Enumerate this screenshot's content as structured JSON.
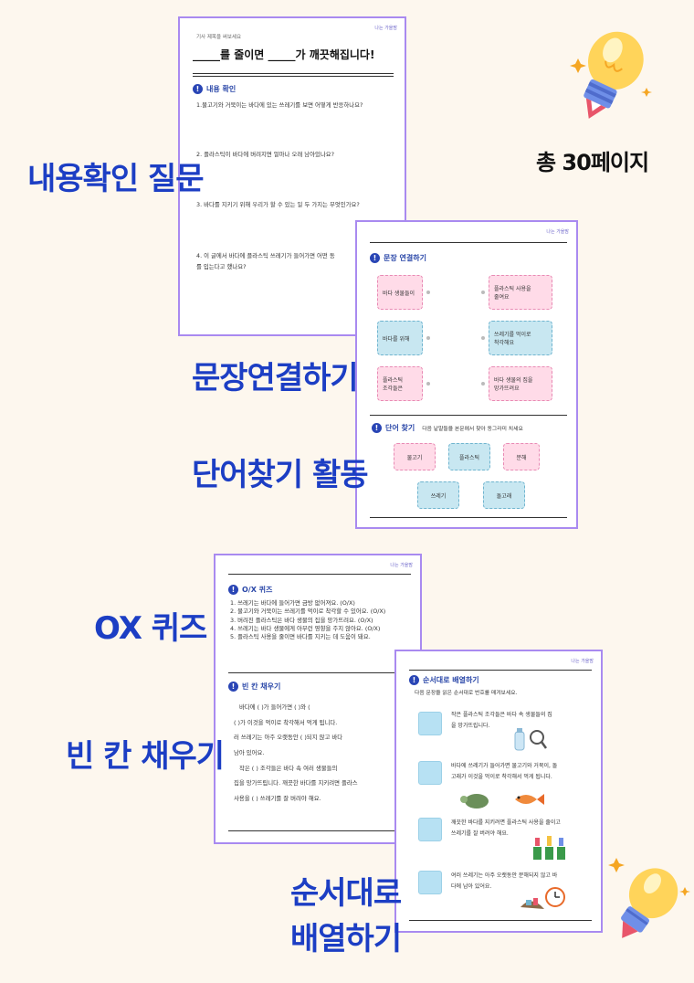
{
  "labels": {
    "content_check": "내용확인 질문",
    "total_pages": "총 30페이지",
    "sentence_match": "문장연결하기",
    "word_find": "단어찾기 활동",
    "ox_quiz": "OX 퀴즈",
    "fill_blank": "빈 칸 채우기",
    "order_line1": "순서대로",
    "order_line2": "배열하기"
  },
  "sheet1": {
    "brand": "나는 가을맘",
    "subtitle": "기사 제목을 써보세요",
    "title": "_____를 줄이면 _____가 깨끗해집니다!",
    "section": "내용 확인",
    "q1": "1.물고기와 거북이는 바다에 있는 쓰레기를 보면 어떻게 반응하나요?",
    "q2": "2. 플라스틱이 바다에 버려지면 얼마나 오래 남아있나요?",
    "q3": "3. 바다를 지키기 위해 우리가 할 수 있는 일 두 가지는 무엇인가요?",
    "q4a": "4. 이 글에서 바다에 플라스틱 쓰레기가 들어가면 어떤 동",
    "q4b": "를 입는다고 했나요?"
  },
  "sheet2": {
    "brand": "나는 가을맘",
    "section": "문장 연결하기",
    "left": [
      "바다 생물들이",
      "바다를 위해",
      "플라스틱\n조각들은"
    ],
    "right": [
      "플라스틱 사용을\n줄여요",
      "쓰레기를 먹이로\n착각해요",
      "바다 생물의 집을\n망가뜨려요"
    ],
    "section2": "단어 찾기",
    "section2_desc": "다음 낱말들을 본문에서 찾아 동그라미 치세요",
    "words": [
      "물고기",
      "플라스틱",
      "분해",
      "쓰레기",
      "돌고래"
    ]
  },
  "sheet3": {
    "brand": "나는 가을맘",
    "section": "O/X 퀴즈",
    "items": [
      "1. 쓰레기는 바다에 들어가면 금방 없어져요. (O/X)",
      "2. 물고기와 거북이는 쓰레기를 먹이로 착각할 수 있어요. (O/X)",
      "3. 버려진 플라스틱은 바다 생물의 집을 망가뜨려요. (O/X)",
      "4. 쓰레기는 바다 생물에게 아무런 영향을 주지 않아요. (O/X)",
      "5. 플라스틱 사용을 줄이면 바다를 지키는 데 도움이 돼요."
    ],
    "section2": "빈 칸 채우기",
    "fill": [
      "바다에 (            )가 들어가면 (            )와 (",
      "(              )가 이것을 먹이로 착각해서 먹게 됩니다.",
      "러 쓰레기는 아주 오랫동안 (           )되지 않고 바다",
      "남아 있어요.",
      "작은 (                ) 조각들은 바다 속 여러 생물들의",
      "집을 망가뜨립니다. 깨끗한 바다를 지키려면 플라스",
      "사용을 (                ) 쓰레기를 잘 버려야 해요."
    ]
  },
  "sheet4": {
    "brand": "나는 가을맘",
    "section": "순서대로 배열하기",
    "desc": "다음 문장을 읽은 순서대로 번호를 매겨보세요.",
    "items": [
      [
        "작은 플라스틱 조각들은 바다 속 생물들의 집",
        "을 망가뜨립니다."
      ],
      [
        "바다에 쓰레기가 들어가면 물고기와 거북이, 돌",
        "고래가 이것을 먹이로 착각해서 먹게 됩니다."
      ],
      [
        "깨끗한 바다를 지키려면 플라스틱 사용을 줄이고",
        "쓰레기를 잘 버려야 해요."
      ],
      [
        "여러 쓰레기는 아주 오랫동안 분해되지 않고 바",
        "다에 남아 있어요."
      ]
    ]
  },
  "colors": {
    "accent": "#1c3ec4",
    "border": "#a98af0",
    "pink": "#ffdbe8",
    "blue": "#c8e7f1"
  }
}
